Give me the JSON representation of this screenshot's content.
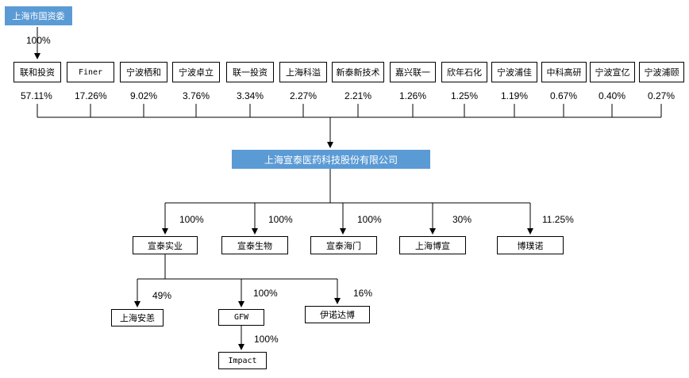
{
  "top_parent": {
    "label": "上海市国资委",
    "pct": "100%"
  },
  "shareholders": [
    {
      "label": "联和投资",
      "pct": "57.11%"
    },
    {
      "label": "Finer",
      "pct": "17.26%"
    },
    {
      "label": "宁波栖和",
      "pct": "9.02%"
    },
    {
      "label": "宁波卓立",
      "pct": "3.76%"
    },
    {
      "label": "联一投资",
      "pct": "3.34%"
    },
    {
      "label": "上海科溢",
      "pct": "2.27%"
    },
    {
      "label": "新泰新技术",
      "pct": "2.21%"
    },
    {
      "label": "嘉兴联一",
      "pct": "1.26%"
    },
    {
      "label": "欣年石化",
      "pct": "1.25%"
    },
    {
      "label": "宁波浦佳",
      "pct": "1.19%"
    },
    {
      "label": "中科高研",
      "pct": "0.67%"
    },
    {
      "label": "宁波宣亿",
      "pct": "0.40%"
    },
    {
      "label": "宁波浦颐",
      "pct": "0.27%"
    }
  ],
  "company": {
    "label": "上海宣泰医药科技股份有限公司"
  },
  "subsidiaries": [
    {
      "label": "宣泰实业",
      "pct": "100%"
    },
    {
      "label": "宣泰生物",
      "pct": "100%"
    },
    {
      "label": "宣泰海门",
      "pct": "100%"
    },
    {
      "label": "上海博宣",
      "pct": "30%"
    },
    {
      "label": "博璞诺",
      "pct": "11.25%"
    }
  ],
  "level3": [
    {
      "label": "上海安恙",
      "pct": "49%"
    },
    {
      "label": "GFW",
      "pct": "100%"
    },
    {
      "label": "伊诺达博",
      "pct": "16%"
    }
  ],
  "level4": [
    {
      "label": "Impact",
      "pct": "100%"
    }
  ]
}
